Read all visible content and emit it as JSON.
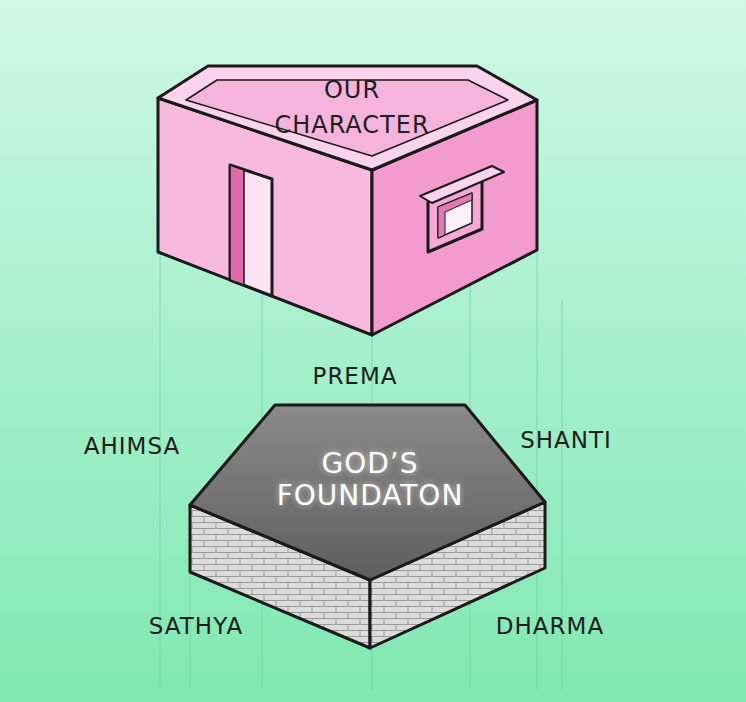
{
  "diagram": {
    "nodes": [
      {
        "text": [
          "OUR CHARACTER"
        ]
      },
      {
        "text": [
          "GOD’S FOUNDATON"
        ]
      }
    ],
    "labels": [
      "PREMA",
      "AHIMSA",
      "SHANTI",
      "SATHYA",
      "DHARMA"
    ]
  }
}
